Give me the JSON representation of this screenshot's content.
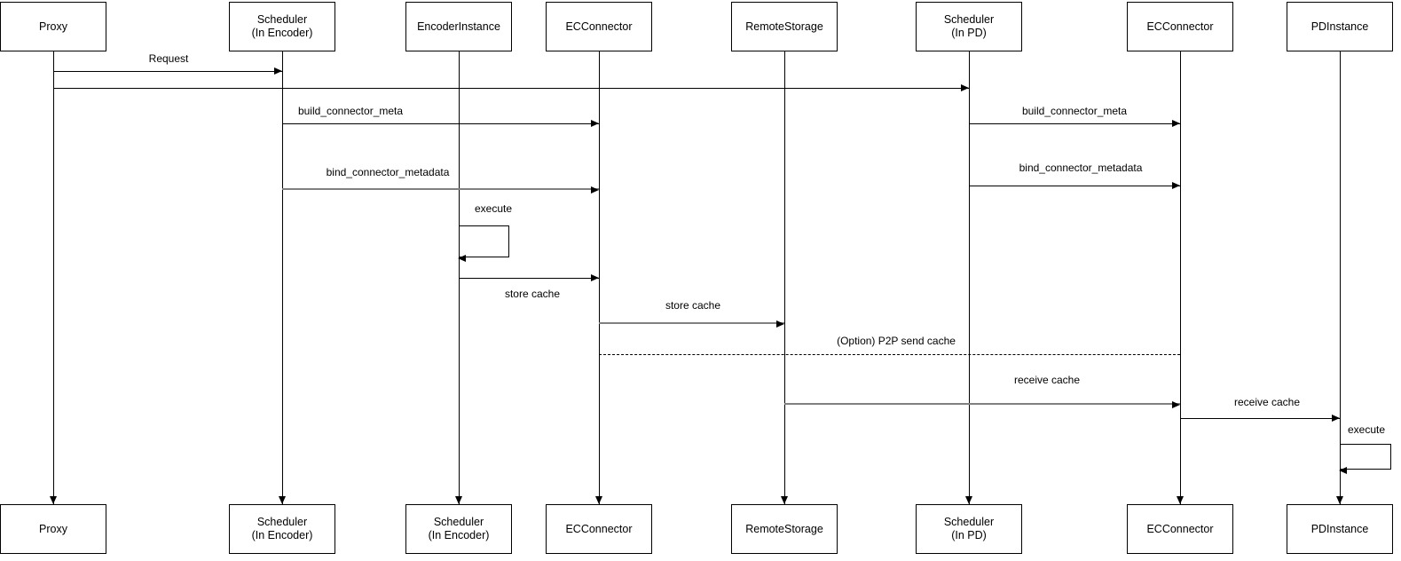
{
  "diagram_type": "sequence-diagram",
  "colors": {
    "background": "#ffffff",
    "box_fill": "#ffffff",
    "line": "#000000",
    "gray_line": "#808080",
    "text": "#000000"
  },
  "participants": [
    {
      "name": "Proxy",
      "top": "Proxy",
      "bottom": "Proxy"
    },
    {
      "name": "Scheduler (In Encoder)",
      "top": "Scheduler\n(In Encoder)",
      "bottom": "Scheduler\n(In Encoder)"
    },
    {
      "name": "EncoderInstance",
      "top": "EncoderInstance",
      "bottom": "Scheduler\n(In Encoder)"
    },
    {
      "name": "ECConnector (Encoder side)",
      "top": "ECConnector",
      "bottom": "ECConnector"
    },
    {
      "name": "RemoteStorage",
      "top": "RemoteStorage",
      "bottom": "RemoteStorage"
    },
    {
      "name": "Scheduler (In PD)",
      "top": "Scheduler\n(In PD)",
      "bottom": "Scheduler\n(In PD)"
    },
    {
      "name": "ECConnector (PD side)",
      "top": "ECConnector",
      "bottom": "ECConnector"
    },
    {
      "name": "PDInstance",
      "top": "PDInstance",
      "bottom": "PDInstance"
    }
  ],
  "messages": [
    {
      "label": "Request",
      "from": "Proxy",
      "to": "Scheduler (In Encoder)",
      "style": "solid"
    },
    {
      "label": "",
      "from": "Proxy",
      "to": "Scheduler (In PD)",
      "style": "solid"
    },
    {
      "label": "build_connector_meta",
      "from": "Scheduler (In Encoder)",
      "to": "ECConnector (Encoder side)",
      "style": "solid"
    },
    {
      "label": "build_connector_meta",
      "from": "Scheduler (In PD)",
      "to": "ECConnector (PD side)",
      "style": "solid"
    },
    {
      "label": "bind_connector_metadata",
      "from": "Scheduler (In Encoder)",
      "to": "ECConnector (Encoder side)",
      "style": "gray"
    },
    {
      "label": "bind_connector_metadata",
      "from": "Scheduler (In PD)",
      "to": "ECConnector (PD side)",
      "style": "solid"
    },
    {
      "label": "execute",
      "from": "EncoderInstance",
      "to": "EncoderInstance",
      "style": "self-loop"
    },
    {
      "label": "store cache",
      "from": "EncoderInstance",
      "to": "ECConnector (Encoder side)",
      "style": "solid"
    },
    {
      "label": "store cache",
      "from": "ECConnector (Encoder side)",
      "to": "RemoteStorage",
      "style": "gray"
    },
    {
      "label": "(Option) P2P send cache",
      "from": "ECConnector (Encoder side)",
      "to": "ECConnector (PD side)",
      "style": "dashed"
    },
    {
      "label": "receive cache",
      "from": "RemoteStorage",
      "to": "ECConnector (PD side)",
      "style": "gray"
    },
    {
      "label": "receive cache",
      "from": "ECConnector (PD side)",
      "to": "PDInstance",
      "style": "solid"
    },
    {
      "label": "execute",
      "from": "PDInstance",
      "to": "PDInstance",
      "style": "self-loop"
    }
  ]
}
